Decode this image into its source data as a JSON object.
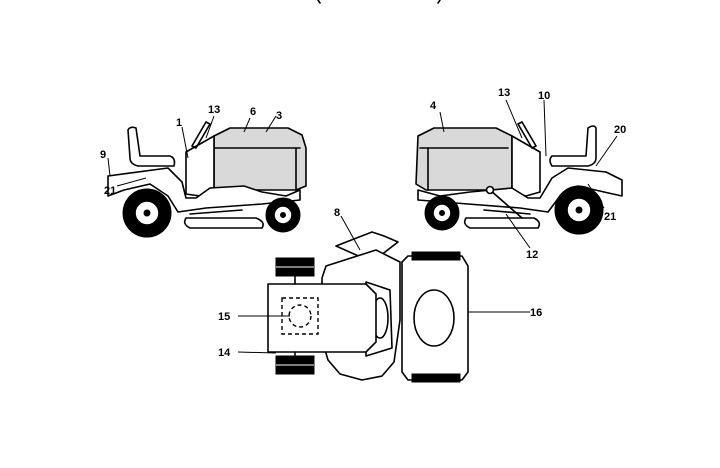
{
  "callouts": {
    "c1": "1",
    "c3": "3",
    "c4": "4",
    "c6": "6",
    "c8": "8",
    "c9": "9",
    "c10": "10",
    "c12": "12",
    "c13_left": "13",
    "c13_right": "13",
    "c14": "14",
    "c15": "15",
    "c16": "16",
    "c20": "20",
    "c21_left": "21",
    "c21_right": "21"
  }
}
